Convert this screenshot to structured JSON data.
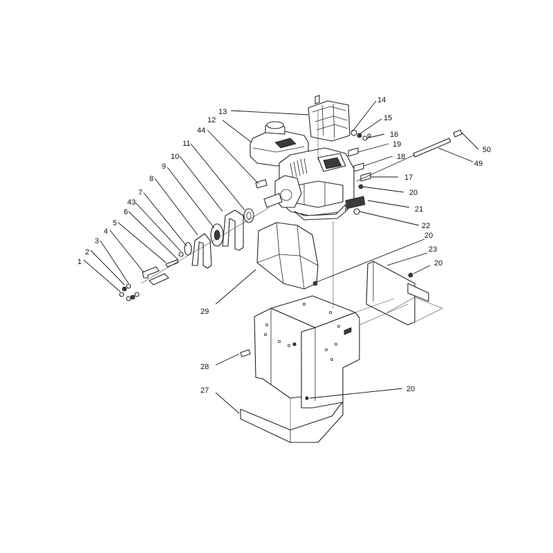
{
  "diagram": {
    "callouts": [
      {
        "id": "c1",
        "label": "1"
      },
      {
        "id": "c2",
        "label": "2"
      },
      {
        "id": "c3",
        "label": "3"
      },
      {
        "id": "c4",
        "label": "4"
      },
      {
        "id": "c5",
        "label": "5"
      },
      {
        "id": "c6",
        "label": "6"
      },
      {
        "id": "c43",
        "label": "43"
      },
      {
        "id": "c7",
        "label": "7"
      },
      {
        "id": "c8",
        "label": "8"
      },
      {
        "id": "c9",
        "label": "9"
      },
      {
        "id": "c10",
        "label": "10"
      },
      {
        "id": "c11",
        "label": "11"
      },
      {
        "id": "c44",
        "label": "44"
      },
      {
        "id": "c12",
        "label": "12"
      },
      {
        "id": "c13",
        "label": "13"
      },
      {
        "id": "c14",
        "label": "14"
      },
      {
        "id": "c15",
        "label": "15"
      },
      {
        "id": "c16",
        "label": "16"
      },
      {
        "id": "c19",
        "label": "19"
      },
      {
        "id": "c18",
        "label": "18"
      },
      {
        "id": "c17",
        "label": "17"
      },
      {
        "id": "c20a",
        "label": "20"
      },
      {
        "id": "c21",
        "label": "21"
      },
      {
        "id": "c22",
        "label": "22"
      },
      {
        "id": "c50",
        "label": "50"
      },
      {
        "id": "c49",
        "label": "49"
      },
      {
        "id": "c20b",
        "label": "20"
      },
      {
        "id": "c23",
        "label": "23"
      },
      {
        "id": "c20c",
        "label": "20"
      },
      {
        "id": "c29",
        "label": "29"
      },
      {
        "id": "c28",
        "label": "28"
      },
      {
        "id": "c27",
        "label": "27"
      },
      {
        "id": "c20d",
        "label": "20"
      }
    ]
  }
}
